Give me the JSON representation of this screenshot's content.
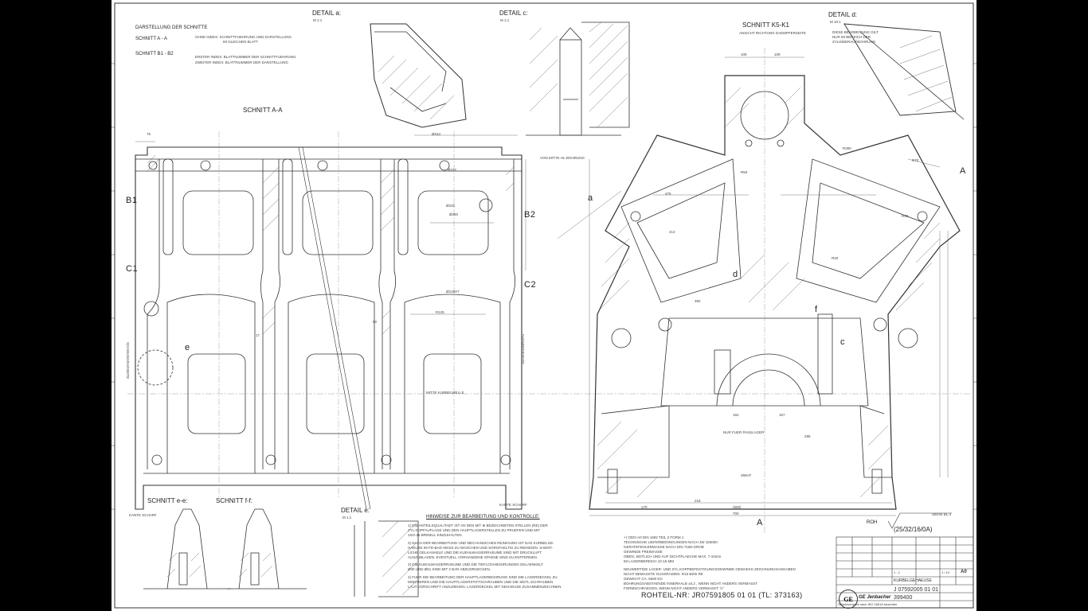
{
  "sheet": {
    "title_left": "DARSTELLUNG DER SCHNITTE",
    "legend": [
      {
        "label": "SCHNITT A - A",
        "note1": "OHNE INDEX: SCHNITTFUEHRUNG UND DARSTELLUNG",
        "note2": "IM GLEICHEN BLATT"
      },
      {
        "label": "SCHNITT B1 - B2",
        "note1": "ERSTER INDEX: BLATTNUMMER DER SCHNITTFUEHRUNG",
        "note2": "ZWEITER INDEX: BLATTNUMMER DER DARSTELLUNG"
      }
    ],
    "views": {
      "detail_a": "DETAIL a:",
      "detail_a_scale": "M 1:1",
      "detail_c": "DETAIL c:",
      "detail_c_scale": "M 1:1",
      "detail_d": "DETAIL d:",
      "detail_d_scale": "M 10:1",
      "detail_e": "DETAIL e:",
      "detail_e_scale": "M 1:1",
      "schnitt_aa": "SCHNITT A-A",
      "schnitt_k5k1": "SCHNITT K5-K1",
      "schnitt_k5k1_sub": "ANSICHT RICHTUNG DAEMPFERSEITE",
      "schnitt_ee": "SCHNITT e-e:",
      "schnitt_ff": "SCHNITT f-f:"
    },
    "detail_d_note": [
      "DIESE BEARBEITUNG GILT",
      "NUR IM BEREICH DER",
      "ZYLINDERAUFBOHRUNG"
    ],
    "detail_c_note": "VON MITTE HL-BOHRUNG",
    "labels": {
      "b1": "B1",
      "b2": "B2",
      "c1": "C1",
      "c2": "C2",
      "a_top": "A",
      "a_bottom": "A",
      "mitte_kurbelwelle": "MITTE KURBELWELLE",
      "daempferseite": "DAEMPFERSEITE",
      "schwungradseite": "SCHWUNGRADSEITE",
      "siehe_bl3": "SIEHE BL.3",
      "nur_fuer_passlager": "NUR FUER PASSLAGER",
      "kante_scharf": "KANTE SCHARF",
      "kante_scharf2": "KANTE SCHARF",
      "mark_e": "e",
      "mark_a": "a",
      "mark_d": "d",
      "mark_c": "c",
      "mark_f": "f"
    },
    "dimensions": [
      "75",
      "Ø244",
      "Ø232",
      "Ø225",
      "Ø250",
      "Ø218H7",
      "R125",
      "50",
      "17",
      "109",
      "109",
      "475",
      "414",
      "392",
      "157",
      "162",
      "295",
      "366H7",
      "700",
      "(500)",
      "218",
      "170",
      "R300",
      "R70",
      "R50",
      "R20",
      "R30"
    ],
    "notes": {
      "header": "HINWEISE ZUR BEARBEITUNG UND KONTROLLE:",
      "items": [
        "1) DIE ANTEILSQUALITAET IST AN DEN MIT ⊕ BEZEICHNETEN STELLEN (RE) DER",
        "   ZYL.KOPFAUFLAGE UND DEN HAUPTLAGERSTELLEN ZU PRUEFEN UND MIT",
        "   1SO-25 BRINELL EINZUHALTEN.",
        "2) NACH DER BEARBEITUNG UND MECHANISCHEN REINIGUNG IST DAS KURBELGE-",
        "   HAEUSE IM FD-BAD HEISS ZU WASCHEN UND SORGFAELTIG ZU REINIGEN. SAEMT-",
        "   LICHE OELKANAELE UND DIE KUEHLWASSERRAEUME SIND MIT DRUCKLUFT",
        "   AUSZUBLASEN. EVENTUELL VORHANDENE SPAENE SIND ZU ENTFERNEN.",
        "3) DIE KUEHLWASSERRAEUME UND DIE TIEFLOCHBOHRUNGEN GELAENKELT",
        "   Ø30 UND Ø61 SIND MIT 2 BAR ABZUDRUECKEN.",
        "4) FUER DIE BEARBEITUNG DER HAUPTLAGERBOHRUNG SIND DIE LAGERDECKEL ZU",
        "   MONTIEREN UND DIE HAUPTLAGERSTIFTSCHRAUBEN UND DIE SEITL.SCHRAUBEN",
        "   LAUT VORSCHRIFT ANZUZIEHEN. LAGERDECKEL MIT GEHAEUSE ZUSAMMENZEICHNEN."
      ],
      "right": [
        "+) ODO-A0 DIN 1692 TEIL 2 FORM 1",
        "TECHNISCHE LIEFERBEDINGUNGEN NACH JW 183000",
        "GERATEFEHLERMASSE NACH DIN 7168-GROB",
        "GEWINDE FREIMASSE",
        "OBEN, SEITLICH UND AUF DICHTFLAECHE MAX. 7-10mm",
        "IM LAGERBEREICH 10-15 MM",
        "NEUWERTIGE LAGER- UND ZYL.KOPFBEFESTIGUNGSGEWINDE GEMAESS ZEICHNUNGSANGABEN",
        "NICHT BEMASSTE GUSSRADIEN: R15 BZW R8",
        "GEWICHT CA. 5600 KG",
        "BOHRUNGSABSTAENDE INNERHALB ±0,2 , WENN NICHT ANDERS VERMASST",
        "FORMSCHRAEGEN, WENN NICHT ANDERS VERMASST: ½°"
      ]
    },
    "roughness": "(25/32/16/0A)",
    "roughness_label": "ROH",
    "rohteil": "ROHTEIL-NR:  JR07591805 01 01  (TL: 373163)",
    "title_block": {
      "company": "GE Jenbacher",
      "part_name": "KURBELGEHAEUSE",
      "drawing_no": "J 07592005 01 01",
      "number": "399400",
      "scale": "1 : 2",
      "sheet": "1 / 10",
      "format": "A0",
      "footer": "Schutzvermerk nach ISO 16016 beachten"
    }
  }
}
